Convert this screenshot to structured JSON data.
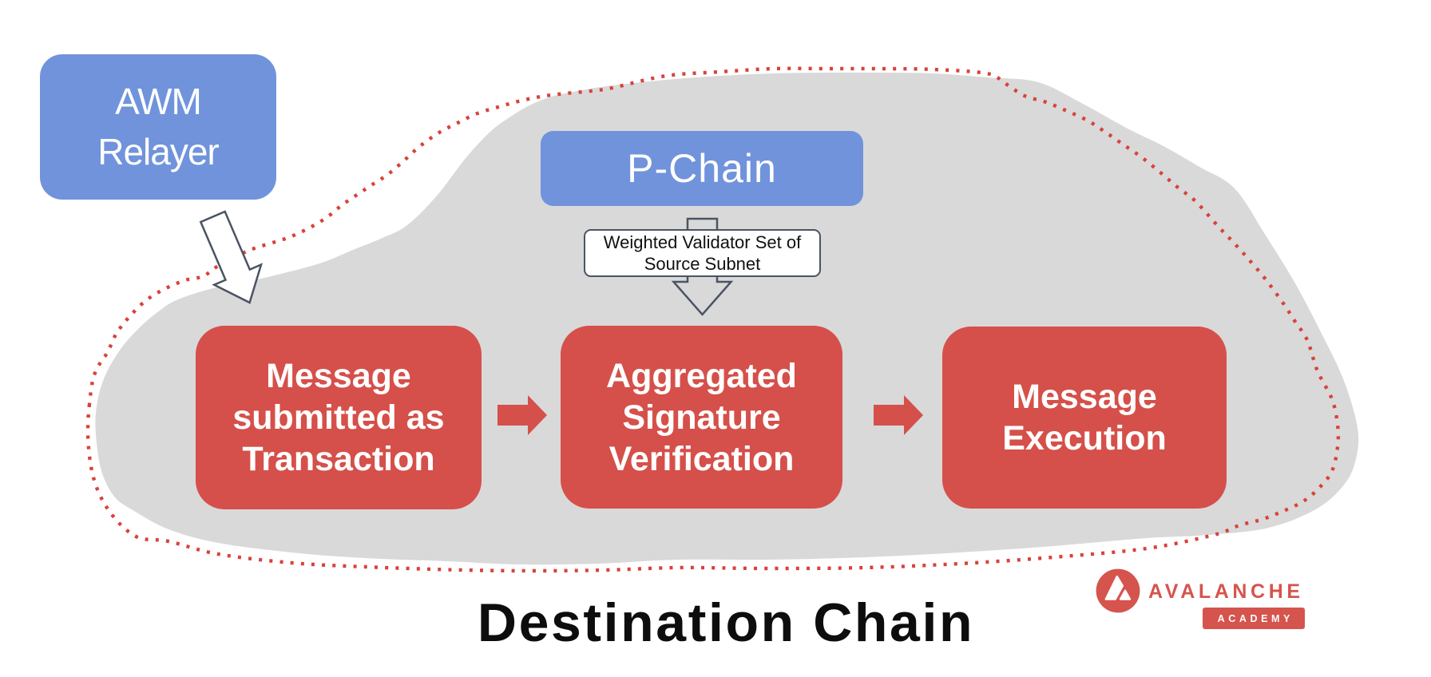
{
  "title": "Destination Chain",
  "colors": {
    "blue": "#7093dc",
    "red": "#d5504a",
    "gray": "#d9d9d9",
    "dot-red": "#d8423a",
    "outline": "#4a5463",
    "logo-red": "#d5544d",
    "ink": "#0d0d0d",
    "white": "#ffffff"
  },
  "nodes": {
    "awm_relayer": {
      "label": "AWM\nRelayer"
    },
    "p_chain": {
      "label": "P-Chain"
    },
    "validator_set": {
      "label": "Weighted Validator Set of\nSource Subnet"
    },
    "steps": [
      {
        "label": "Message\nsubmitted as\nTransaction"
      },
      {
        "label": "Aggregated\nSignature\nVerification"
      },
      {
        "label": "Message\nExecution"
      }
    ]
  },
  "icons": {
    "relayer_arrow": "arrow-down-right-icon",
    "validator_arrow": "arrow-down-icon",
    "step_arrow": "arrow-right-icon"
  },
  "footer": {
    "caption": "Destination Chain"
  },
  "brand": {
    "name": "AVALANCHE",
    "sub": "ACADEMY"
  }
}
